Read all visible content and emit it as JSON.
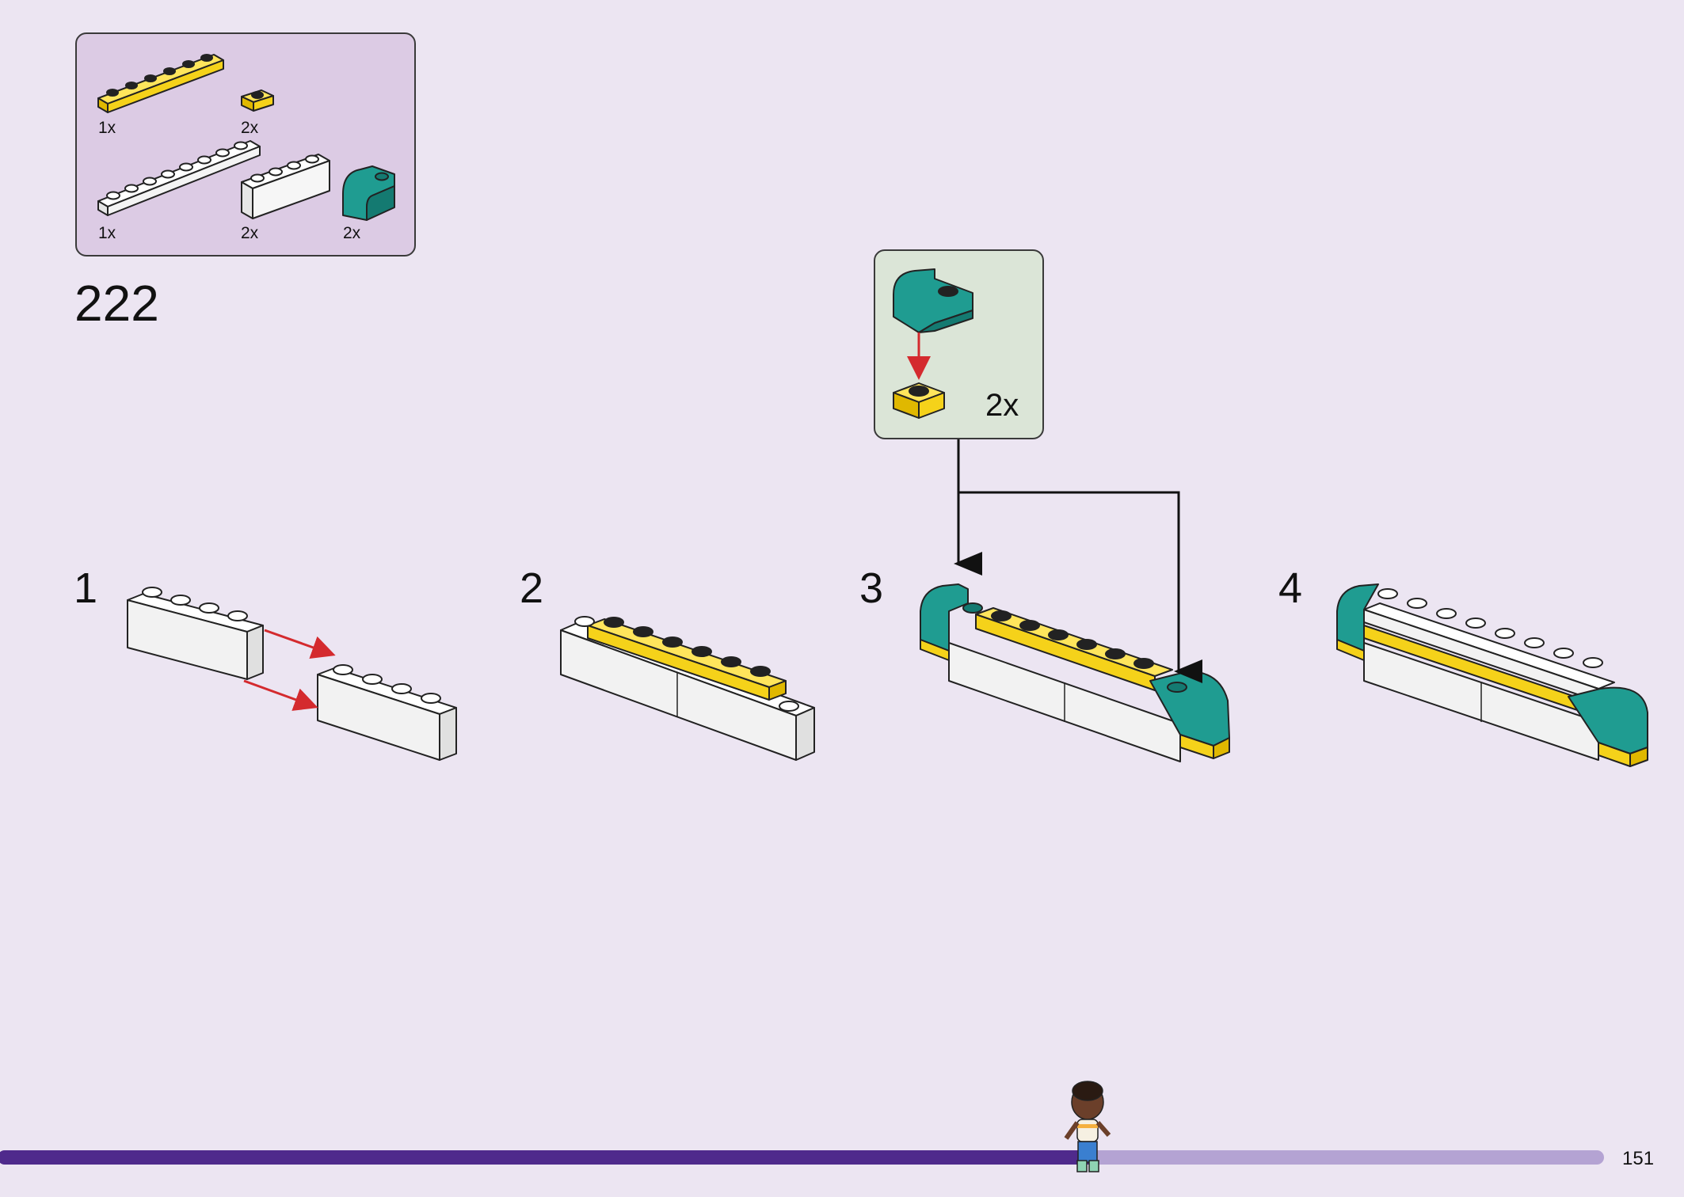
{
  "parts_list": {
    "items": [
      {
        "qty": "1x",
        "color": "yellow",
        "kind": "plate-1x6"
      },
      {
        "qty": "2x",
        "color": "yellow",
        "kind": "plate-1x1"
      },
      {
        "qty": "1x",
        "color": "white",
        "kind": "plate-1x8"
      },
      {
        "qty": "2x",
        "color": "white",
        "kind": "brick-1x4"
      },
      {
        "qty": "2x",
        "color": "teal",
        "kind": "curved-slope"
      }
    ]
  },
  "main_step": "222",
  "substeps": [
    {
      "number": "1"
    },
    {
      "number": "2"
    },
    {
      "number": "3"
    },
    {
      "number": "4"
    }
  ],
  "callout": {
    "qty": "2x"
  },
  "footer": {
    "page_number": "151",
    "progress": 0.68
  },
  "colors": {
    "background": "#ece5f2",
    "parts_panel": "#dccbe4",
    "callout_panel": "#dbe5d7",
    "yellow": "#f5d21a",
    "teal": "#1f9c91",
    "white": "#ffffff",
    "arrow_red": "#d42a2e",
    "progress_done": "#4f2a8c",
    "progress_left": "#b4a3d3"
  }
}
